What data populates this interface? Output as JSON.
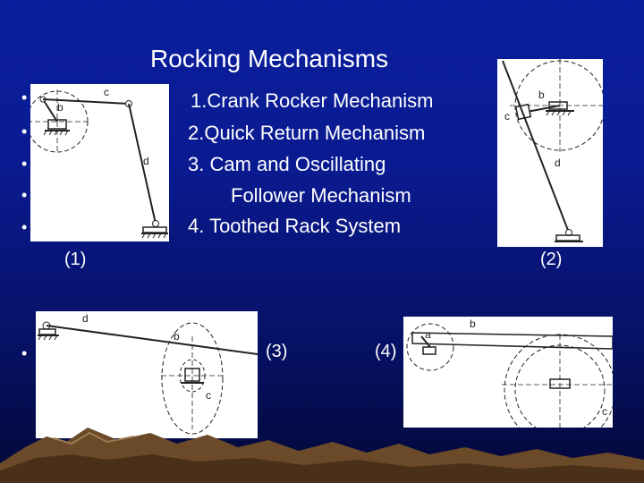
{
  "slide": {
    "title": "Rocking Mechanisms",
    "list": [
      "1.Crank Rocker Mechanism",
      "2.Quick Return Mechanism",
      "3. Cam and Oscillating",
      "Follower Mechanism",
      "4. Toothed Rack System"
    ],
    "captions": [
      "(1)",
      "(2)",
      "(3)",
      "(4)"
    ],
    "bullet_glyph": "•",
    "figure_labels": {
      "fig1": {
        "b": "b",
        "c": "c",
        "d": "d"
      },
      "fig2": {
        "b": "b",
        "c": "c",
        "d": "d"
      },
      "fig3": {
        "d": "d",
        "b": "b",
        "c": "c"
      },
      "fig4": {
        "a": "a",
        "b": "b",
        "c": "c"
      }
    }
  },
  "colors": {
    "background_top": "#0b1f9e",
    "background_bottom": "#030836",
    "text": "#ffffff",
    "figure_bg": "#ffffff",
    "line": "#222222",
    "terrain": "#6b4a2a"
  }
}
